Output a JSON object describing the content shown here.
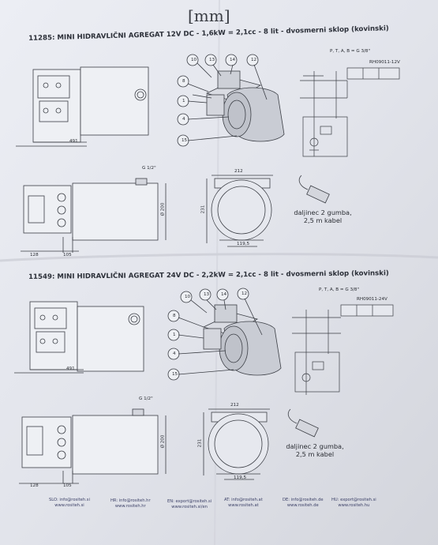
{
  "header": {
    "unit": "[mm]"
  },
  "sections": [
    {
      "title": "11285: MINI HIDRAVLIČNI AGREGAT 12V DC - 1,6kW = 2,1cc - 8 lit - dvosmerni sklop (kovinski)",
      "ports_spec": "P, T, A, B = G 3/8\"",
      "valve_code": "RH09011-12V",
      "port_label_G": "G 1/2\"",
      "remote_label": "daljinec 2 gumba, 2,5 m kabel",
      "dims": {
        "width_top": "212",
        "height_side": "231",
        "bottom": "119,5",
        "d1": "491",
        "d2": "128",
        "d3": "105",
        "d4": "Ø 200"
      },
      "callouts": [
        "10",
        "13",
        "14",
        "12",
        "8",
        "1",
        "4",
        "15"
      ]
    },
    {
      "title": "11549: MINI HIDRAVLIČNI AGREGAT 24V DC - 2,2kW = 2,1cc - 8 lit - dvosmerni sklop (kovinski)",
      "ports_spec": "P, T, A, B = G 3/8\"",
      "valve_code": "RH09011-24V",
      "port_label_G": "G 1/2\"",
      "remote_label": "daljinec 2 gumba, 2,5 m kabel",
      "dims": {
        "width_top": "212",
        "height_side": "231",
        "bottom": "119,5",
        "d1": "491",
        "d2": "128",
        "d3": "105",
        "d4": "Ø 200"
      },
      "callouts": [
        "10",
        "13",
        "14",
        "12",
        "8",
        "1",
        "4",
        "15"
      ]
    }
  ],
  "footer": [
    {
      "line1": "SLO: info@rositeh.si",
      "line2": "www.rositeh.si"
    },
    {
      "line1": "HR: info@rositeh.hr",
      "line2": "www.rositeh.hr"
    },
    {
      "line1": "EN: export@rositeh.si",
      "line2": "www.rositeh.si/en"
    },
    {
      "line1": "AT: info@rositeh.at",
      "line2": "www.rositeh.at"
    },
    {
      "line1": "DE: info@rositeh.de",
      "line2": "www.rositeh.de"
    },
    {
      "line1": "HU: export@rositeh.si",
      "line2": "www.rositeh.hu"
    }
  ],
  "colors": {
    "paper": "#e3e5ec",
    "ink": "#2a2d33",
    "background": "#6b6d6f"
  }
}
